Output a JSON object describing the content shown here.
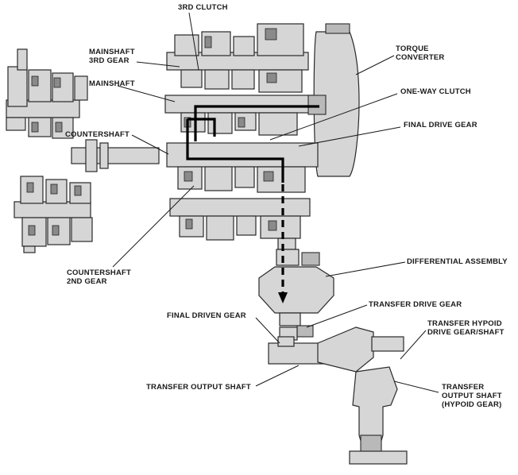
{
  "labels": {
    "third_clutch": "3RD CLUTCH",
    "mainshaft_3rd_gear_l1": "MAINSHAFT",
    "mainshaft_3rd_gear_l2": "3RD GEAR",
    "mainshaft": "MAINSHAFT",
    "countershaft": "COUNTERSHAFT",
    "countershaft_2nd_gear_l1": "COUNTERSHAFT",
    "countershaft_2nd_gear_l2": "2ND GEAR",
    "torque_converter_l1": "TORQUE",
    "torque_converter_l2": "CONVERTER",
    "one_way_clutch": "ONE-WAY CLUTCH",
    "final_drive_gear": "FINAL DRIVE GEAR",
    "differential_assembly": "DIFFERENTIAL ASSEMBLY",
    "transfer_drive_gear": "TRANSFER DRIVE GEAR",
    "final_driven_gear": "FINAL DRIVEN GEAR",
    "transfer_hypoid_l1": "TRANSFER HYPOID",
    "transfer_hypoid_l2": "DRIVE GEAR/SHAFT",
    "transfer_output_shaft": "TRANSFER OUTPUT SHAFT",
    "transfer_output_hypoid_l1": "TRANSFER",
    "transfer_output_hypoid_l2": "OUTPUT SHAFT",
    "transfer_output_hypoid_l3": "(HYPOID GEAR)"
  },
  "colors": {
    "part_fill": "#d6d6d6",
    "part_dark": "#b9b9b9",
    "outline": "#2a2a2a",
    "power_flow": "#000000"
  }
}
